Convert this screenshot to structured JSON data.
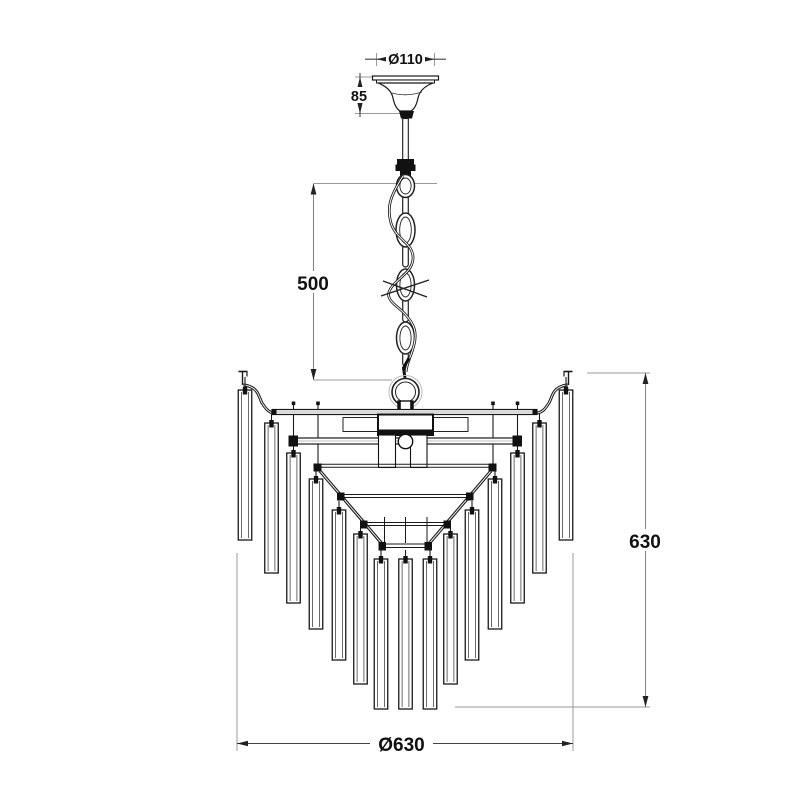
{
  "drawing": {
    "dimensions": {
      "canopy_diameter_label": "Ø110",
      "canopy_height_label": "85",
      "suspension_length_label": "500",
      "body_height_label": "630",
      "body_diameter_label": "Ø630"
    },
    "colors": {
      "line": "#1a1a1a",
      "dimension_line": "#888888",
      "extension_line": "#9a9a9a",
      "text": "#111111",
      "background": "#ffffff"
    }
  }
}
